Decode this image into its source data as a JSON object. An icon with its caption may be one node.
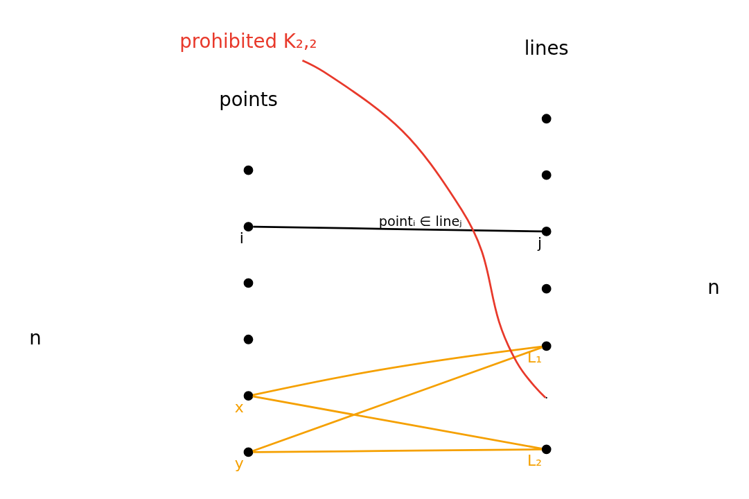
{
  "diagram": {
    "nodes": [
      {
        "text": [],
        "shape": "circle"
      },
      {
        "text": [],
        "shape": "circle",
        "beside": [
          "i"
        ]
      },
      {
        "text": [],
        "shape": "circle"
      },
      {
        "text": [],
        "shape": "circle"
      },
      {
        "text": [],
        "shape": "circle",
        "beside": [
          "x"
        ]
      },
      {
        "text": [],
        "shape": "circle",
        "beside": [
          "y"
        ]
      },
      {
        "text": [],
        "shape": "circle"
      },
      {
        "text": [],
        "shape": "circle"
      },
      {
        "text": [],
        "shape": "circle",
        "beside": [
          "j"
        ]
      },
      {
        "text": [],
        "shape": "circle"
      },
      {
        "text": [],
        "shape": "circle",
        "beside": [
          "L₁"
        ]
      },
      {
        "text": [],
        "shape": "circle",
        "beside": [
          "L₂"
        ]
      },
      {
        "text": [
          "prohibited K₂,₂"
        ]
      }
    ],
    "edges": [
      {
        "from": 1,
        "to": 8,
        "arrow": "none",
        "label": "pointᵢ ∈ lineⱼ",
        "color": "#000000"
      },
      {
        "from": 4,
        "to": 10,
        "arrow": "none"
      },
      {
        "from": 4,
        "to": 11,
        "arrow": "none"
      },
      {
        "from": 5,
        "to": 10,
        "arrow": "none"
      },
      {
        "from": 5,
        "to": 11,
        "arrow": "none"
      },
      {
        "from": 12,
        "to": null,
        "arrow": "none",
        "color": "#e8392b"
      }
    ],
    "labels": [
      "points",
      "lines",
      "n",
      "n"
    ]
  }
}
